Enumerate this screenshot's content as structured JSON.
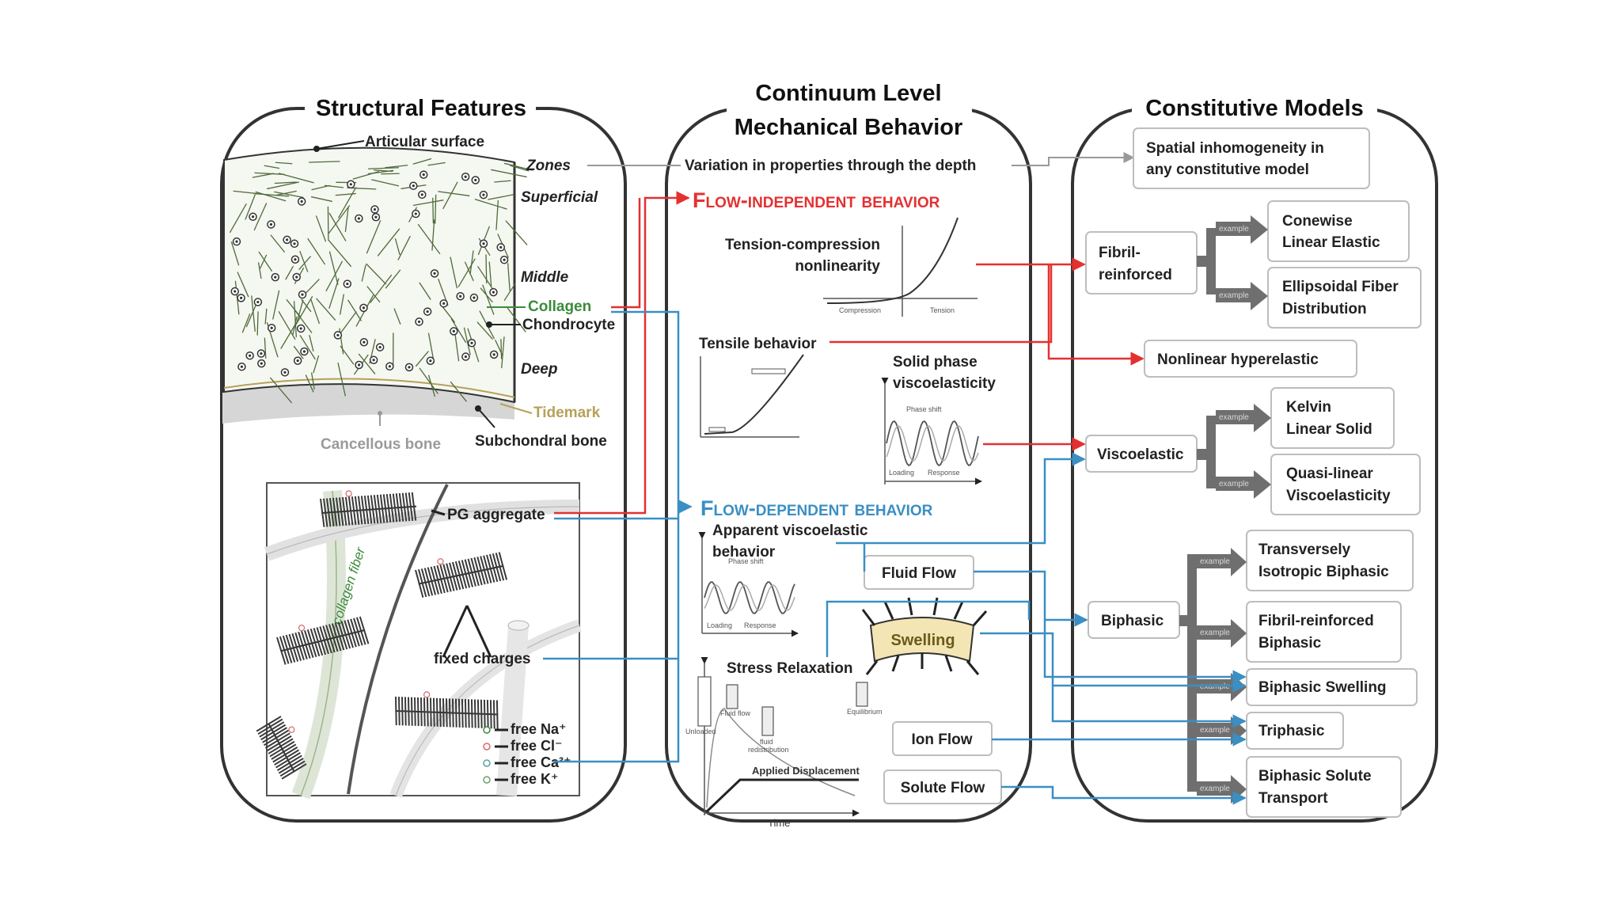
{
  "colors": {
    "flow_independent": "#e53030",
    "flow_dependent": "#3a8fc4",
    "collagen": "#3c8a3c",
    "tidemark": "#b5a15a",
    "cancellous": "#9a9a9a",
    "connector_gray": "#999999",
    "tree_gray": "#6f6f6f"
  },
  "panels": {
    "structural": {
      "title": "Structural Features",
      "labels": {
        "articular_surface": "Articular surface",
        "zones": "Zones",
        "superficial": "Superficial",
        "middle": "Middle",
        "collagen": "Collagen",
        "chondrocyte": "Chondrocyte",
        "deep": "Deep",
        "tidemark": "Tidemark",
        "cancellous_bone": "Cancellous bone",
        "subchondral_bone": "Subchondral bone"
      },
      "inset": {
        "collagen_fiber": "collagen fiber",
        "pg_aggregate": "PG aggregate",
        "fixed_charges": "fixed charges",
        "ions": [
          "free Na⁺",
          "free Cl⁻",
          "free Ca²⁺",
          "free K⁺"
        ]
      }
    },
    "continuum": {
      "title_line1": "Continuum Level",
      "title_line2": "Mechanical Behavior",
      "depth_variation": "Variation in properties through the depth",
      "flow_independent": "Flow-independent behavior",
      "flow_dependent": "Flow-dependent behavior",
      "tension_compression_1": "Tension-compression",
      "tension_compression_2": "nonlinearity",
      "compression_tick": "Compression",
      "tension_tick": "Tension",
      "tensile_behavior": "Tensile behavior",
      "solid_visco_1": "Solid phase",
      "solid_visco_2": "viscoelasticity",
      "phase_shift": "Phase shift",
      "loading": "Loading",
      "response": "Response",
      "apparent_visco_1": "Apparent viscoelastic",
      "apparent_visco_2": "behavior",
      "fluid_flow": "Fluid Flow",
      "swelling": "Swelling",
      "stress_relaxation": "Stress Relaxation",
      "unloaded": "Unloaded",
      "fluid_flow_small": "Fluid flow",
      "fluid_redistribution_1": "fluid",
      "fluid_redistribution_2": "redistribution",
      "equilibrium": "Equilibrium",
      "applied_displacement": "Applied Displacement",
      "time": "Time",
      "ion_flow": "Ion Flow",
      "solute_flow": "Solute Flow"
    },
    "constitutive": {
      "title": "Constitutive Models",
      "spatial_1": "Spatial inhomogeneity in",
      "spatial_2": "any constitutive model",
      "fibril_1": "Fibril-",
      "fibril_2": "reinforced",
      "conewise_1": "Conewise",
      "conewise_2": "Linear Elastic",
      "ellipsoidal_1": "Ellipsoidal Fiber",
      "ellipsoidal_2": "Distribution",
      "nonlinear_hyper": "Nonlinear hyperelastic",
      "viscoelastic": "Viscoelastic",
      "kelvin_1": "Kelvin",
      "kelvin_2": "Linear Solid",
      "qlv_1": "Quasi-linear",
      "qlv_2": "Viscoelasticity",
      "biphasic": "Biphasic",
      "tib_1": "Transversely",
      "tib_2": "Isotropic Biphasic",
      "frb_1": "Fibril-reinforced",
      "frb_2": "Biphasic",
      "biphasic_swelling": "Biphasic Swelling",
      "triphasic": "Triphasic",
      "bst_1": "Biphasic Solute",
      "bst_2": "Transport",
      "example": "example"
    }
  }
}
